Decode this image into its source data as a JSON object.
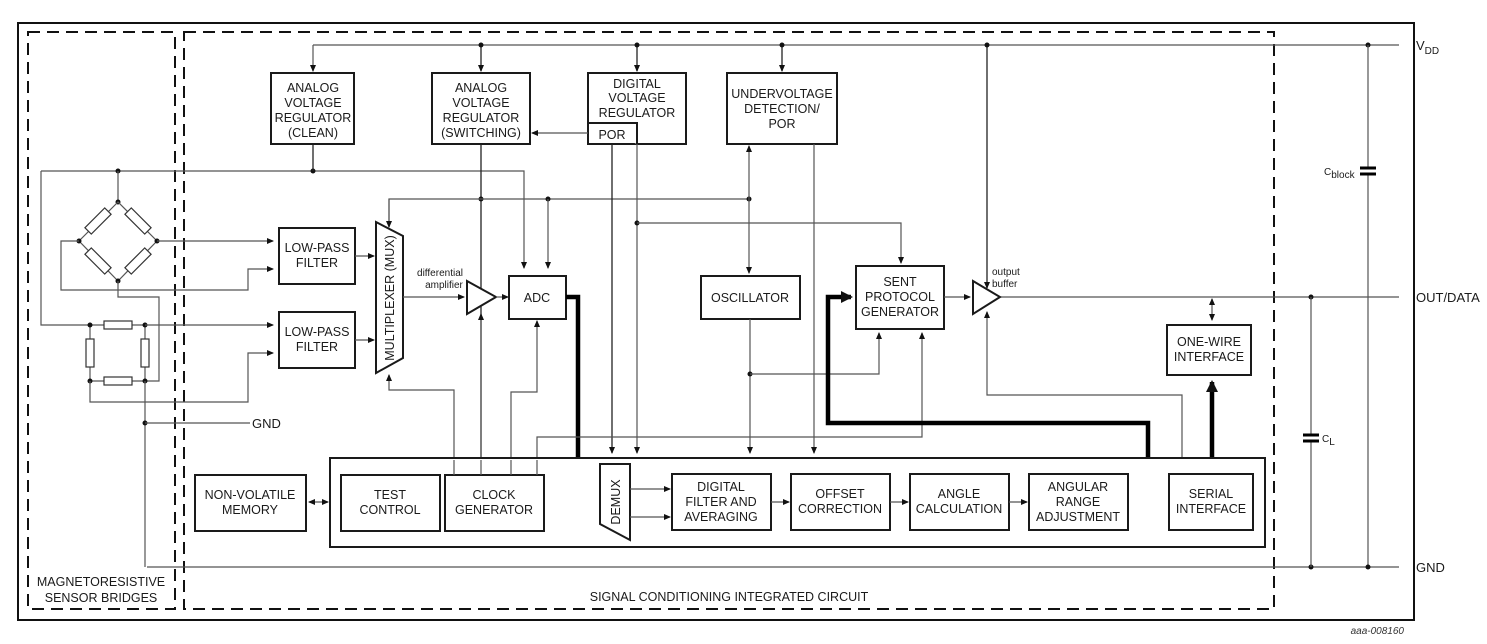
{
  "diagram": {
    "regions": {
      "sensor": [
        "MAGNETORESISTIVE",
        "SENSOR BRIDGES"
      ],
      "ic": "SIGNAL CONDITIONING INTEGRATED CIRCUIT"
    },
    "blocks": {
      "avr_clean": [
        "ANALOG",
        "VOLTAGE",
        "REGULATOR",
        "(CLEAN)"
      ],
      "avr_switching": [
        "ANALOG",
        "VOLTAGE",
        "REGULATOR",
        "(SWITCHING)"
      ],
      "dvr": [
        "DIGITAL",
        "VOLTAGE",
        "REGULATOR"
      ],
      "por": "POR",
      "uv": [
        "UNDERVOLTAGE",
        "DETECTION/",
        "POR"
      ],
      "lpf1": [
        "LOW-PASS",
        "FILTER"
      ],
      "lpf2": [
        "LOW-PASS",
        "FILTER"
      ],
      "mux": "MULTIPLEXER (MUX)",
      "adc": "ADC",
      "oscillator": "OSCILLATOR",
      "sent": [
        "SENT",
        "PROTOCOL",
        "GENERATOR"
      ],
      "one_wire": [
        "ONE-WIRE",
        "INTERFACE"
      ],
      "nvm": [
        "NON-VOLATILE",
        "MEMORY"
      ],
      "test_control": [
        "TEST",
        "CONTROL"
      ],
      "clock_gen": [
        "CLOCK",
        "GENERATOR"
      ],
      "demux": "DEMUX",
      "dig_filter": [
        "DIGITAL",
        "FILTER AND",
        "AVERAGING"
      ],
      "offset": [
        "OFFSET",
        "CORRECTION"
      ],
      "angle_calc": [
        "ANGLE",
        "CALCULATION"
      ],
      "angular_range": [
        "ANGULAR",
        "RANGE",
        "ADJUSTMENT"
      ],
      "serial": [
        "SERIAL",
        "INTERFACE"
      ]
    },
    "annotations": {
      "diff_amp": [
        "differential",
        "amplifier"
      ],
      "out_buffer": [
        "output",
        "buffer"
      ]
    },
    "pins": {
      "vdd": "V",
      "vdd_sub": "DD",
      "out": "OUT/DATA",
      "gnd": "GND",
      "gnd_sensor": "GND"
    },
    "components": {
      "cblock": "C",
      "cblock_sub": "block",
      "cl": "C",
      "cl_sub": "L"
    },
    "reference": "aaa-008160"
  }
}
